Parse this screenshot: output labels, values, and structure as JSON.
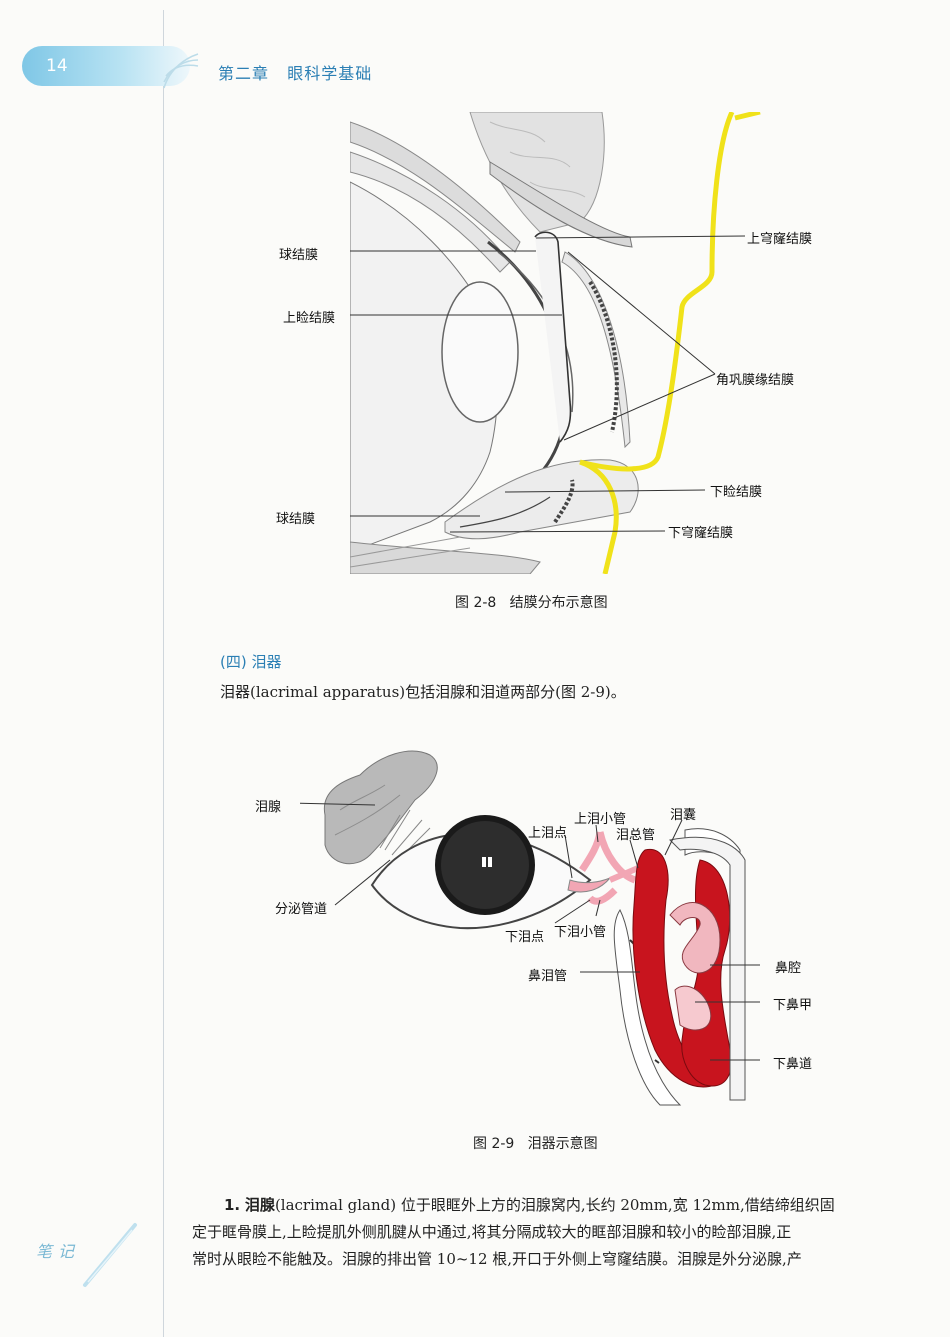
{
  "header": {
    "page_number": "14",
    "chapter_title": "第二章   眼科学基础"
  },
  "figure1": {
    "caption": "图 2-8   结膜分布示意图",
    "labels": {
      "bulbar_top": "球结膜",
      "upper_palpebral": "上睑结膜",
      "bulbar_bottom": "球结膜",
      "superior_fornix": "上穹窿结膜",
      "limbal": "角巩膜缘结膜",
      "lower_palpebral": "下睑结膜",
      "inferior_fornix": "下穹窿结膜"
    }
  },
  "section": {
    "heading": "(四) 泪器",
    "intro": "泪器(lacrimal apparatus)包括泪腺和泪道两部分(图 2-9)。"
  },
  "figure2": {
    "caption": "图 2-9   泪器示意图",
    "labels": {
      "lacrimal_gland": "泪腺",
      "secretory_ducts": "分泌管道",
      "upper_punctum": "上泪点",
      "upper_canaliculus": "上泪小管",
      "common_canaliculus": "泪总管",
      "lacrimal_sac": "泪囊",
      "lower_punctum": "下泪点",
      "lower_canaliculus": "下泪小管",
      "nasolacrimal_duct": "鼻泪管",
      "nasal_cavity": "鼻腔",
      "inferior_turbinate": "下鼻甲",
      "inferior_meatus": "下鼻道"
    }
  },
  "body": {
    "item_number": "1.",
    "term": "泪腺",
    "line1_rest": "(lacrimal gland)  位于眼眶外上方的泪腺窝内,长约 20mm,宽 12mm,借结缔组织固",
    "line2": "定于眶骨膜上,上睑提肌外侧肌腱从中通过,将其分隔成较大的眶部泪腺和较小的睑部泪腺,正",
    "line3": "常时从眼睑不能触及。泪腺的排出管 10~12 根,开口于外侧上穹窿结膜。泪腺是外分泌腺,产"
  },
  "margin": {
    "notes_label": "笔记"
  },
  "colors": {
    "accent_blue": "#2b7fb4",
    "conjunctiva_yellow": "#f0e21a",
    "sac_red": "#c8141e",
    "canaliculus_pink": "#f2a6b4"
  }
}
